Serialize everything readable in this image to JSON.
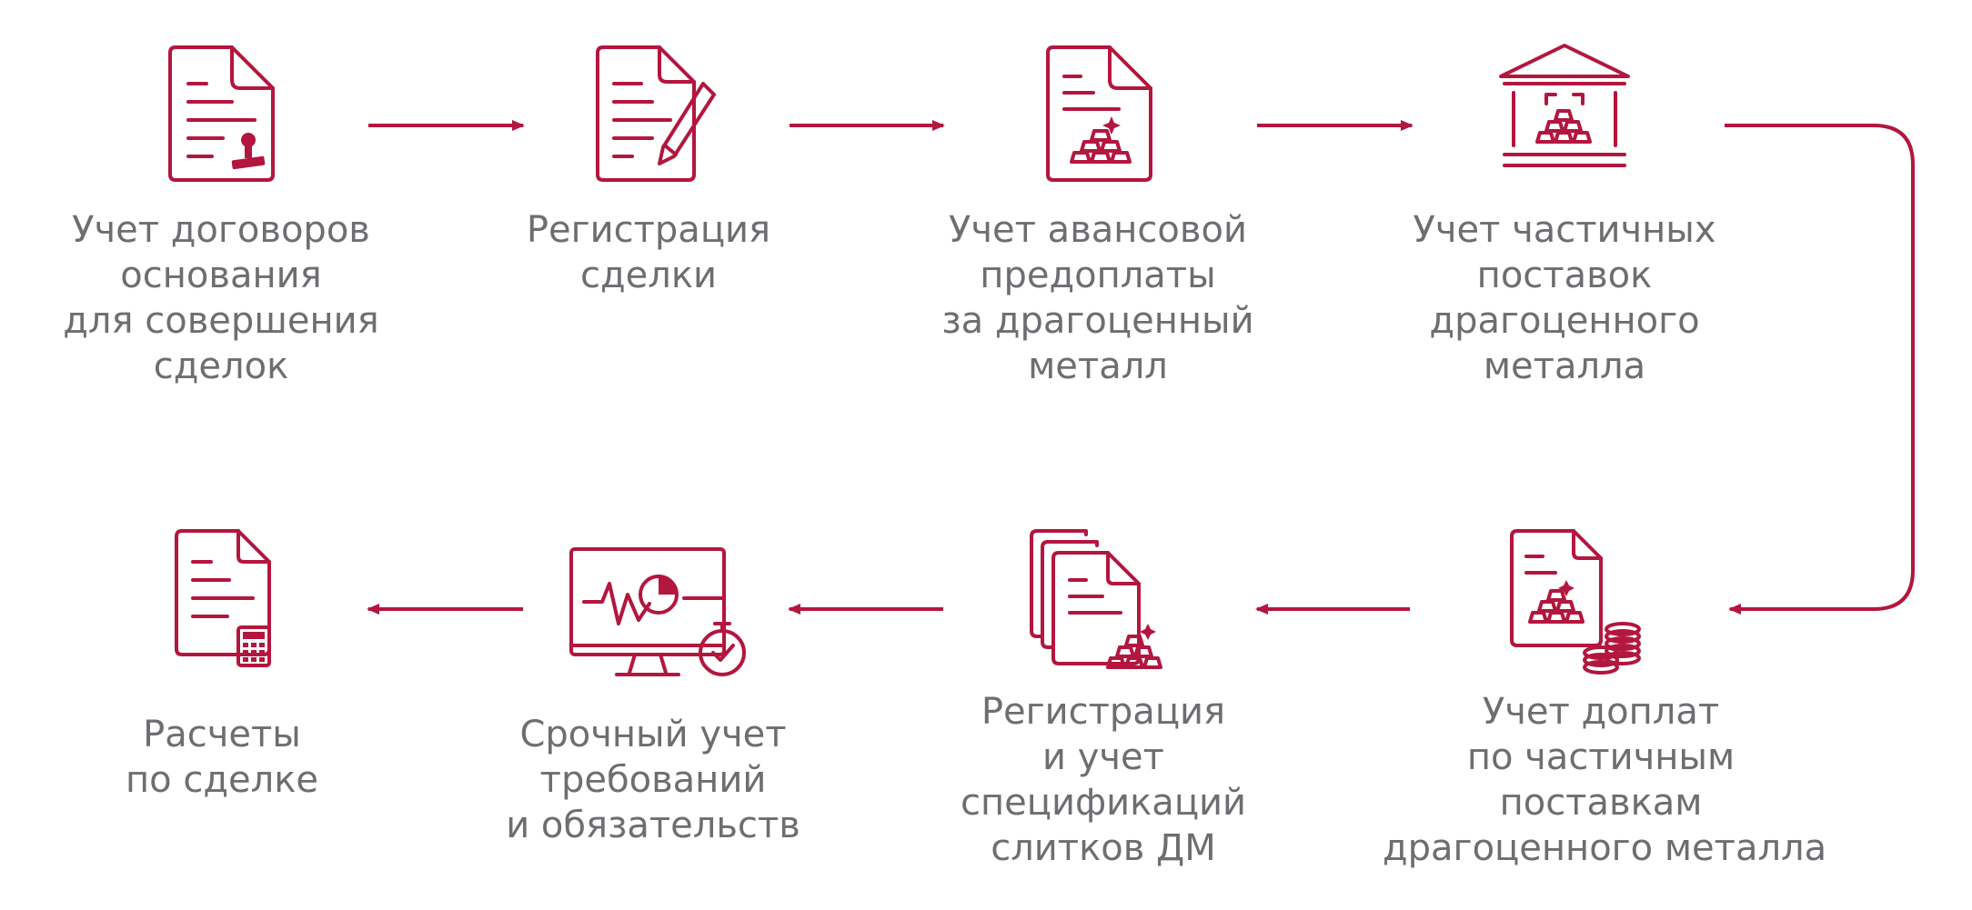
{
  "colors": {
    "accent": "#b3163e",
    "text": "#6d6e71",
    "background": "#ffffff"
  },
  "steps": [
    {
      "icon": "contract-stamp-icon",
      "lines": [
        "Учет договоров",
        "основания",
        "для совершения",
        "сделок"
      ]
    },
    {
      "icon": "document-pencil-icon",
      "lines": [
        "Регистрация",
        "сделки"
      ]
    },
    {
      "icon": "document-gold-bars-icon",
      "lines": [
        "Учет авансовой",
        "предоплаты",
        "за драгоценный",
        "металл"
      ]
    },
    {
      "icon": "bank-gold-bars-icon",
      "lines": [
        "Учет частичных",
        "поставок",
        "драгоценного",
        "металла"
      ]
    },
    {
      "icon": "document-gold-coins-icon",
      "lines": [
        "Учет доплат",
        "по частичным",
        "поставкам",
        "драгоценного металла"
      ]
    },
    {
      "icon": "document-stack-gold-icon",
      "lines": [
        "Регистрация",
        "и учет",
        "спецификаций",
        "слитков ДМ"
      ]
    },
    {
      "icon": "monitor-chart-stopwatch-icon",
      "lines": [
        "Срочный учет",
        "требований",
        "и обязательств"
      ]
    },
    {
      "icon": "document-calculator-icon",
      "lines": [
        "Расчеты",
        "по сделке"
      ]
    }
  ]
}
